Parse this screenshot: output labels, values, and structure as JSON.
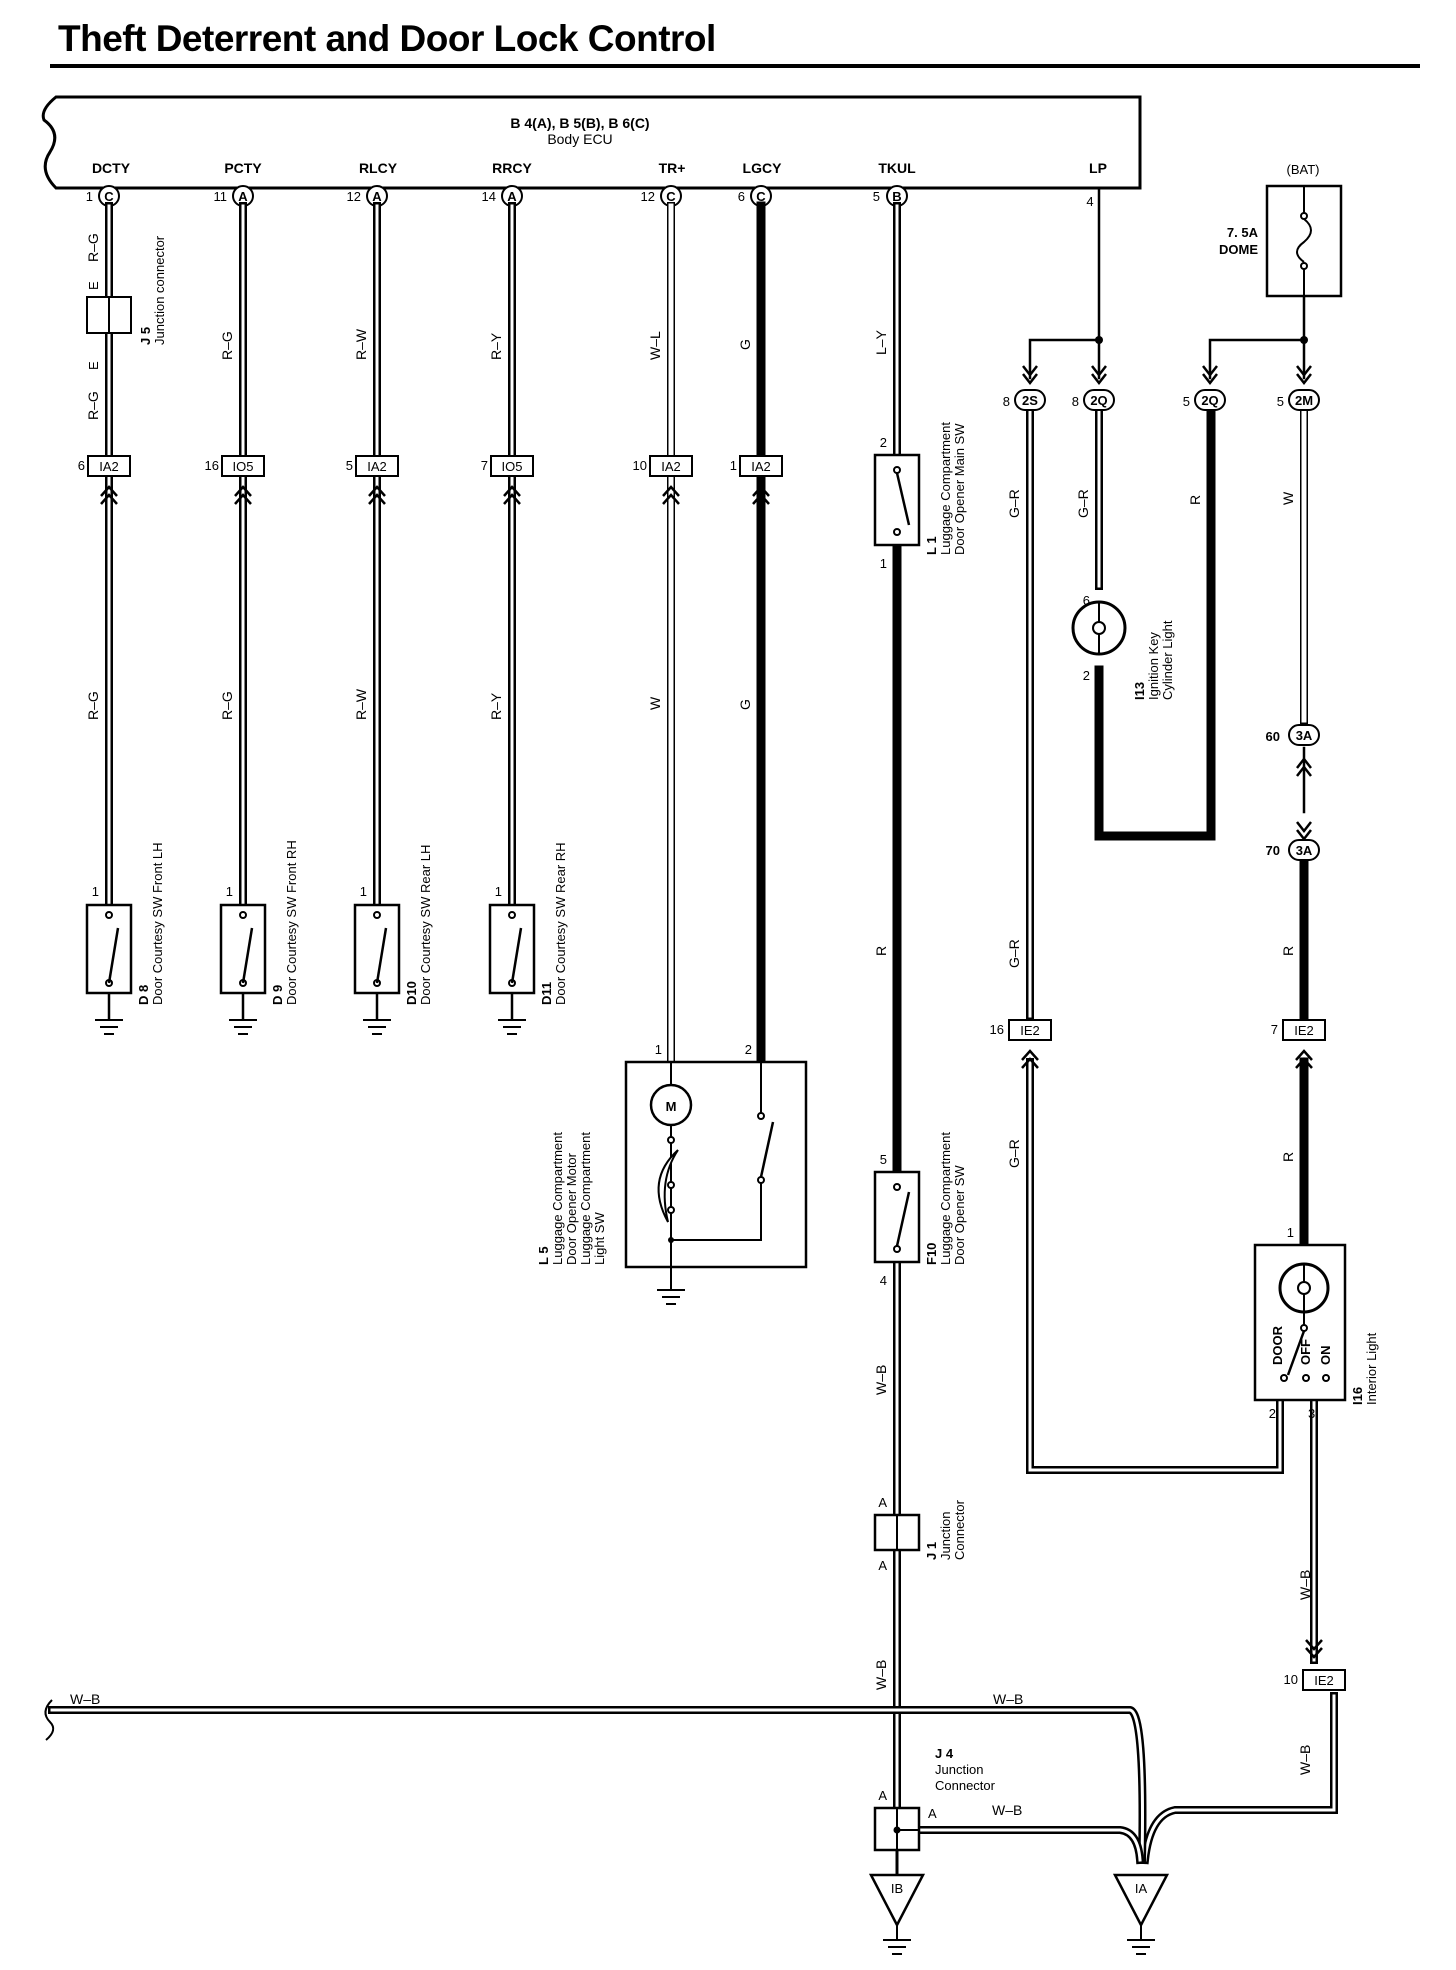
{
  "title": "Theft Deterrent and Door Lock Control",
  "ecu": {
    "connectors": "B 4(A), B 5(B), B 6(C)",
    "name": "Body ECU",
    "pins": [
      {
        "name": "DCTY",
        "num": "1",
        "conn": "C"
      },
      {
        "name": "PCTY",
        "num": "11",
        "conn": "A"
      },
      {
        "name": "RLCY",
        "num": "12",
        "conn": "A"
      },
      {
        "name": "RRCY",
        "num": "14",
        "conn": "A"
      },
      {
        "name": "TR+",
        "num": "12",
        "conn": "C"
      },
      {
        "name": "LGCY",
        "num": "6",
        "conn": "C"
      },
      {
        "name": "TKUL",
        "num": "5",
        "conn": "B"
      },
      {
        "name": "LP",
        "num": "4",
        "conn": ""
      }
    ]
  },
  "wire_colors": {
    "rg": "R–G",
    "rw": "R–W",
    "ry": "R–Y",
    "wl": "W–L",
    "w": "W",
    "g": "G",
    "ly": "L–Y",
    "r": "R",
    "gr": "G–R",
    "wb": "W–B"
  },
  "junction_pins": {
    "e": "E",
    "a": "A"
  },
  "connectors": {
    "d_ia2_6": {
      "num": "6",
      "id": "IA2"
    },
    "p_io5_16": {
      "num": "16",
      "id": "IO5"
    },
    "rl_ia2_5": {
      "num": "5",
      "id": "IA2"
    },
    "rr_io5_7": {
      "num": "7",
      "id": "IO5"
    },
    "tr_ia2_10": {
      "num": "10",
      "id": "IA2"
    },
    "lg_ia2_1": {
      "num": "1",
      "id": "IA2"
    },
    "ie2_16": {
      "num": "16",
      "id": "IE2"
    },
    "ie2_7": {
      "num": "7",
      "id": "IE2"
    },
    "ie2_10": {
      "num": "10",
      "id": "IE2"
    },
    "c2s_8": {
      "num": "8",
      "id": "2S"
    },
    "c2q_8": {
      "num": "8",
      "id": "2Q"
    },
    "c2q_5": {
      "num": "5",
      "id": "2Q"
    },
    "c2m_5": {
      "num": "5",
      "id": "2M"
    },
    "c3a_60": {
      "num": "60",
      "id": "3A"
    },
    "c3a_70": {
      "num": "70",
      "id": "3A"
    }
  },
  "components": {
    "j5": {
      "code": "J 5",
      "name": "Junction connector"
    },
    "d8": {
      "code": "D 8",
      "name": "Door Courtesy SW Front LH",
      "pin": "1"
    },
    "d9": {
      "code": "D 9",
      "name": "Door Courtesy SW Front RH",
      "pin": "1"
    },
    "d10": {
      "code": "D10",
      "name": "Door Courtesy SW Rear LH",
      "pin": "1"
    },
    "d11": {
      "code": "D11",
      "name": "Door Courtesy SW Rear RH",
      "pin": "1"
    },
    "l5": {
      "code": "L 5",
      "lines": [
        "Luggage Compartment",
        "Door Opener Motor",
        "Luggage Compartment",
        "Light SW"
      ],
      "pin1": "1",
      "pin2": "2",
      "motor": "M"
    },
    "l1": {
      "code": "L 1",
      "lines": [
        "Luggage Compartment",
        "Door Opener Main SW"
      ],
      "pin_top": "2",
      "pin_bot": "1"
    },
    "f10": {
      "code": "F10",
      "lines": [
        "Luggage Compartment",
        "Door Opener SW"
      ],
      "pin_top": "5",
      "pin_bot": "4"
    },
    "j1": {
      "code": "J 1",
      "lines": [
        "Junction",
        "Connector"
      ]
    },
    "j4": {
      "code": "J 4",
      "lines": [
        "Junction",
        "Connector"
      ]
    },
    "i13": {
      "code": "I13",
      "lines": [
        "Ignition Key",
        "Cylinder Light"
      ],
      "pin_top": "6",
      "pin_bot": "2"
    },
    "i16": {
      "code": "I16",
      "name": "Interior Light",
      "pin1": "1",
      "pin2": "2",
      "pin3": "3",
      "pos_door": "DOOR",
      "pos_off": "OFF",
      "pos_on": "ON"
    },
    "fuse": {
      "bat": "(BAT)",
      "rating": "7. 5A",
      "name": "DOME"
    }
  },
  "grounds": {
    "ib": "IB",
    "ia": "IA"
  }
}
